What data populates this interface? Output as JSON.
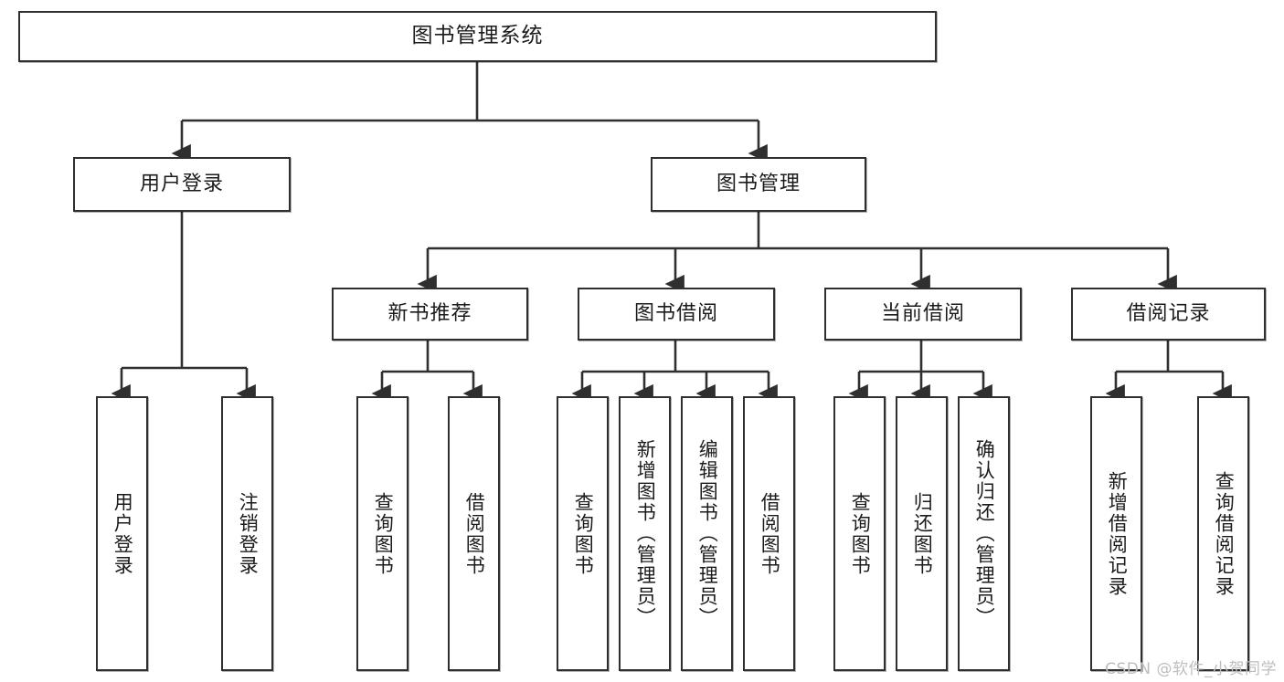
{
  "diagram": {
    "type": "tree-hierarchy",
    "root": {
      "label": "图书管理系统"
    },
    "level2": [
      {
        "label": "用户登录"
      },
      {
        "label": "图书管理"
      }
    ],
    "level3": [
      {
        "label": "新书推荐"
      },
      {
        "label": "图书借阅"
      },
      {
        "label": "当前借阅"
      },
      {
        "label": "借阅记录"
      }
    ],
    "leaves": {
      "user_login": [
        {
          "label": "用户登录"
        },
        {
          "label": "注销登录"
        }
      ],
      "new_book_recommend": [
        {
          "label": "查询图书"
        },
        {
          "label": "借阅图书"
        }
      ],
      "book_borrow": [
        {
          "label": "查询图书"
        },
        {
          "label": "新增图书（管理员）"
        },
        {
          "label": "编辑图书（管理员）"
        },
        {
          "label": "借阅图书"
        }
      ],
      "current_borrow": [
        {
          "label": "查询图书"
        },
        {
          "label": "归还图书"
        },
        {
          "label": "确认归还（管理员）"
        }
      ],
      "borrow_record": [
        {
          "label": "新增借阅记录"
        },
        {
          "label": "查询借阅记录"
        }
      ]
    }
  },
  "watermark": {
    "text": "CSDN @软件_小贺同学"
  },
  "colors": {
    "stroke": "#2f2f2f",
    "background": "#ffffff",
    "text": "#1b1b1b",
    "watermark": "#bdbdbd"
  }
}
